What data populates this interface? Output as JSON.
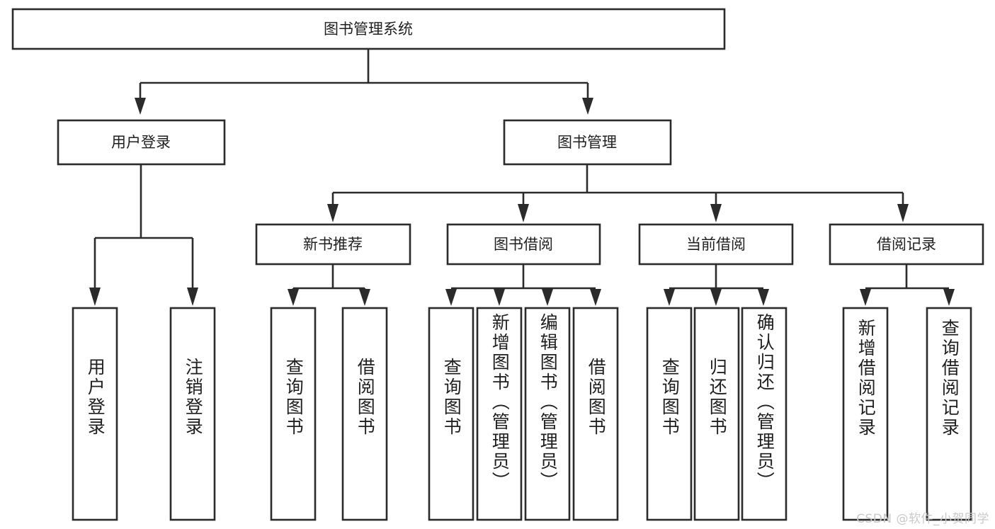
{
  "diagram": {
    "type": "tree",
    "title": "图书管理系统",
    "orientation": "top-down",
    "root": {
      "label": "图书管理系统"
    },
    "level2": [
      {
        "label": "用户登录"
      },
      {
        "label": "图书管理"
      }
    ],
    "level3": [
      {
        "label": "新书推荐"
      },
      {
        "label": "图书借阅"
      },
      {
        "label": "当前借阅"
      },
      {
        "label": "借阅记录"
      }
    ],
    "leaves": {
      "user_login": [
        {
          "label": "用户登录"
        },
        {
          "label": "注销登录"
        }
      ],
      "new_book_recommend": [
        {
          "label": "查询图书"
        },
        {
          "label": "借阅图书"
        }
      ],
      "book_borrow": [
        {
          "label": "查询图书"
        },
        {
          "label": "新增图书（管理员）"
        },
        {
          "label": "编辑图书（管理员）"
        },
        {
          "label": "借阅图书"
        }
      ],
      "current_borrow": [
        {
          "label": "查询图书"
        },
        {
          "label": "归还图书"
        },
        {
          "label": "确认归还（管理员）"
        }
      ],
      "borrow_record": [
        {
          "label": "新增借阅记录"
        },
        {
          "label": "查询借阅记录"
        }
      ]
    }
  },
  "watermark": {
    "text": "CSDN @软件_小贺同学"
  },
  "colors": {
    "stroke": "#2b2b2b",
    "box_fill": "#ffffff",
    "text": "#1f1f1f",
    "watermark": "#c9c9c9",
    "background": "#ffffff"
  }
}
